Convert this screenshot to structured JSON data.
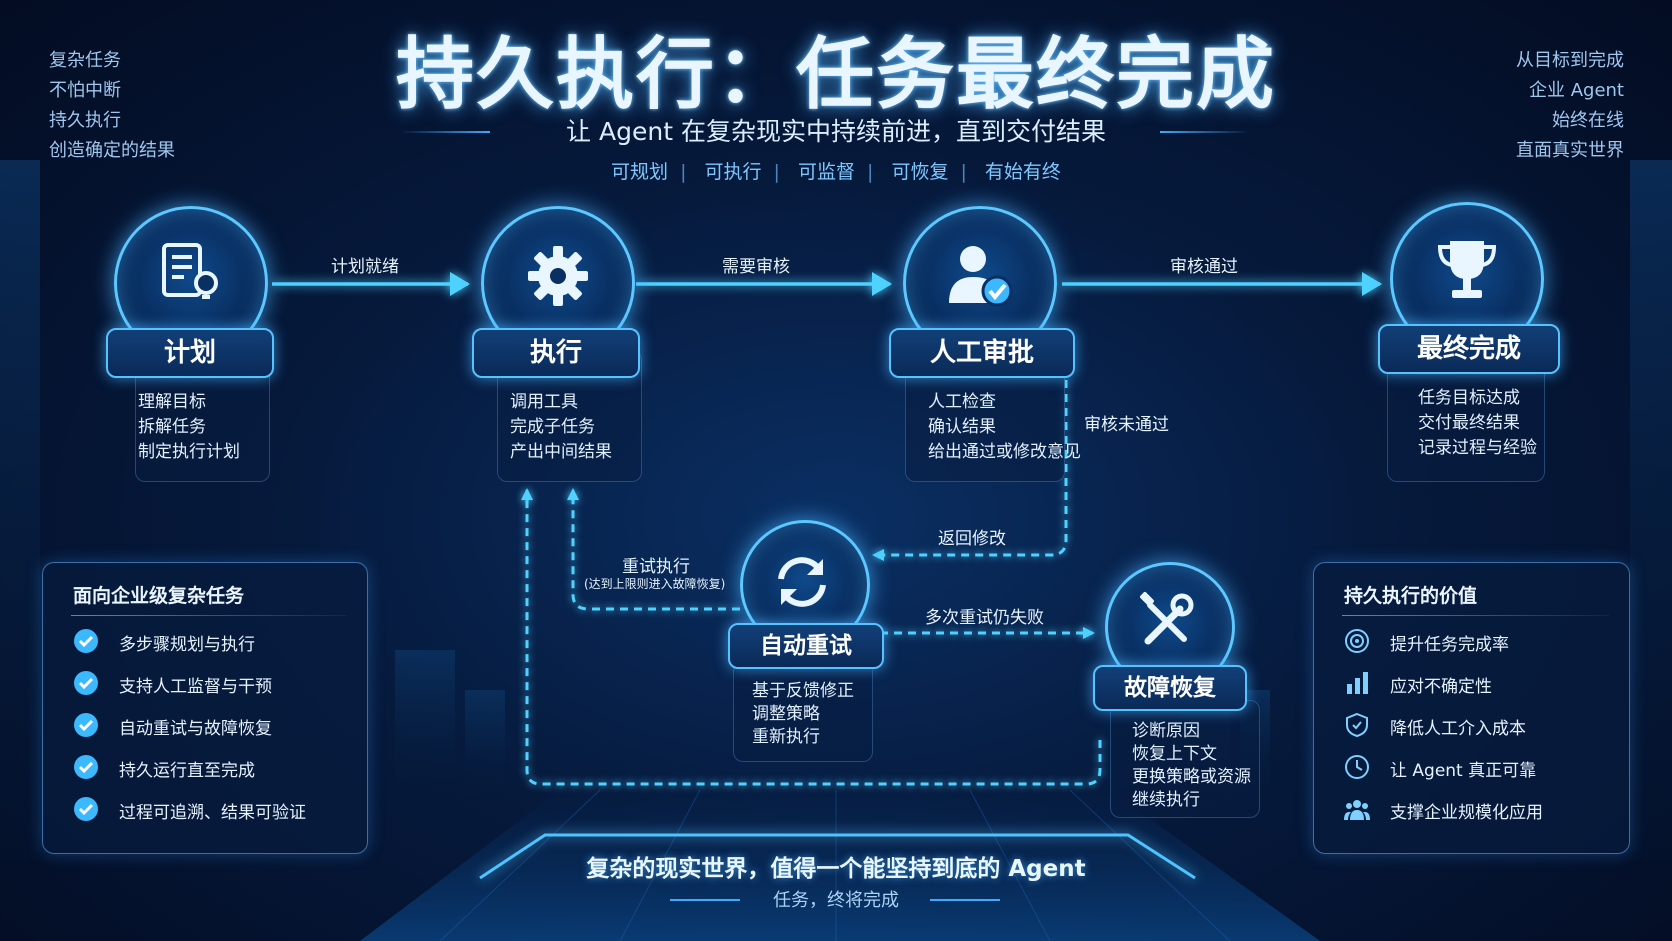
{
  "header": {
    "title": "持久执行：任务最终完成",
    "subtitle": "让  Agent  在复杂现实中持续前进，直到交付结果",
    "tags": [
      "可规划",
      "可执行",
      "可监督",
      "可恢复",
      "有始有终"
    ]
  },
  "corner_left": [
    "复杂任务",
    "不怕中断",
    "持久执行",
    "创造确定的结果"
  ],
  "corner_right": [
    "从目标到完成",
    "企业  Agent",
    "始终在线",
    "直面真实世界"
  ],
  "nodes": {
    "plan": {
      "label": "计划",
      "icon": "document-lightbulb-icon",
      "items": [
        "理解目标",
        "拆解任务",
        "制定执行计划"
      ]
    },
    "execute": {
      "label": "执行",
      "icon": "gear-icon",
      "items": [
        "调用工具",
        "完成子任务",
        "产出中间结果"
      ]
    },
    "review": {
      "label": "人工审批",
      "icon": "user-check-icon",
      "items": [
        "人工检查",
        "确认结果",
        "给出通过或修改意见"
      ]
    },
    "done": {
      "label": "最终完成",
      "icon": "trophy-icon",
      "items": [
        "任务目标达成",
        "交付最终结果",
        "记录过程与经验"
      ]
    },
    "retry": {
      "label": "自动重试",
      "icon": "refresh-icon",
      "items": [
        "基于反馈修正",
        "调整策略",
        "重新执行"
      ]
    },
    "recover": {
      "label": "故障恢复",
      "icon": "wrench-screwdriver-icon",
      "items": [
        "诊断原因",
        "恢复上下文",
        "更换策略或资源",
        "继续执行"
      ]
    }
  },
  "edges": {
    "plan_to_execute": "计划就绪",
    "execute_to_review": "需要审核",
    "review_to_done": "审核通过",
    "review_failed": "审核未通过",
    "return_to_retry": "返回修改",
    "retry_to_execute": "重试执行",
    "retry_to_execute_note": "(达到上限则进入故障恢复)",
    "retry_to_recover": "多次重试仍失败"
  },
  "left_panel": {
    "title": "面向企业级复杂任务",
    "items": [
      "多步骤规划与执行",
      "支持人工监督与干预",
      "自动重试与故障恢复",
      "持久运行直至完成",
      "过程可追溯、结果可验证"
    ]
  },
  "right_panel": {
    "title": "持久执行的价值",
    "items": [
      {
        "icon": "target-icon",
        "text": "提升任务完成率"
      },
      {
        "icon": "bar-chart-icon",
        "text": "应对不确定性"
      },
      {
        "icon": "shield-icon",
        "text": "降低人工介入成本"
      },
      {
        "icon": "clock-icon",
        "text": "让 Agent 真正可靠"
      },
      {
        "icon": "team-icon",
        "text": "支撑企业规模化应用"
      }
    ]
  },
  "footer": {
    "main": "复杂的现实世界，值得一个能坚持到底的 Agent",
    "sub": "任务，终将完成"
  },
  "colors": {
    "background": "#061a3d",
    "glow": "#5cc8ff",
    "arrow": "#4fd2ff",
    "text": "#e2f0ff"
  }
}
